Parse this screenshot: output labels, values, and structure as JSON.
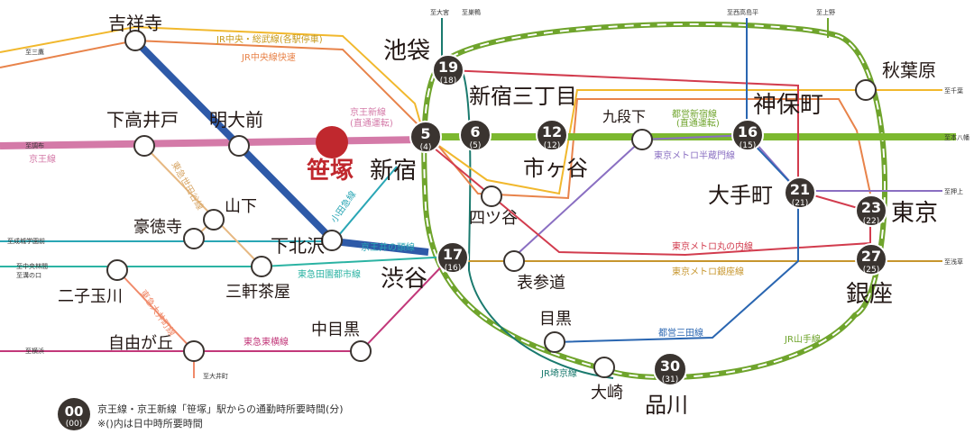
{
  "colors": {
    "keio": "#d47aa8",
    "odakyu": "#2e5aa8",
    "yamanote": "#6fa42c",
    "shinjuku_toei": "#7cb82f",
    "chuo_local": "#f1b82d",
    "chuo_rapid": "#e8834a",
    "inokashira": "#2aa6b5",
    "setagaya": "#e6b882",
    "denentoshi": "#2bb3a3",
    "toyoko": "#c2387a",
    "oimachi": "#f08a6a",
    "hanzomon": "#8a6fc2",
    "marunouchi": "#d23c4e",
    "ginza": "#c7962e",
    "mita": "#2a66b1",
    "saikyo": "#1a7a6e",
    "chiyoda": "#3aa96a",
    "sasazuka": "#c0282e",
    "marker": "#3a3430",
    "station_text": "#231815",
    "sasazuka_text": "#c0282e"
  },
  "stations": {
    "sasazuka": "笹塚",
    "kichijoji": "吉祥寺",
    "shimotakaido": "下高井戸",
    "meidaimae": "明大前",
    "shinjuku": "新宿",
    "ikebukuro": "池袋",
    "shinjuku_sanchome": "新宿三丁目",
    "ichigaya": "市ヶ谷",
    "kudanshita": "九段下",
    "jimbocho": "神保町",
    "akihabara": "秋葉原",
    "otemachi": "大手町",
    "tokyo": "東京",
    "ginza": "銀座",
    "yotsuya": "四ツ谷",
    "shibuya": "渋谷",
    "omotesando": "表参道",
    "shimokitazawa": "下北沢",
    "yamashita": "山下",
    "gotokuji": "豪徳寺",
    "sangenjaya": "三軒茶屋",
    "futakotamagawa": "二子玉川",
    "jiyugaoka": "自由が丘",
    "nakameguro": "中目黒",
    "meguro": "目黒",
    "osaki": "大崎",
    "shinagawa": "品川"
  },
  "times": {
    "shinjuku": {
      "main": "5",
      "sub": "(4)"
    },
    "sanchome": {
      "main": "6",
      "sub": "(5)"
    },
    "ichigaya": {
      "main": "12",
      "sub": "(12)"
    },
    "jimbocho": {
      "main": "16",
      "sub": "(15)"
    },
    "ikebukuro": {
      "main": "19",
      "sub": "(18)"
    },
    "otemachi": {
      "main": "21",
      "sub": "(21)"
    },
    "tokyo": {
      "main": "23",
      "sub": "(22)"
    },
    "ginza": {
      "main": "27",
      "sub": "(25)"
    },
    "shibuya": {
      "main": "17",
      "sub": "(16)"
    },
    "shinagawa": {
      "main": "30",
      "sub": "(31)"
    }
  },
  "lines": {
    "chuo_sobu": "JR中央・総武線(各駅停車)",
    "chuo_rapid": "JR中央線快速",
    "keio_new": "京王新線",
    "keio_new_sub": "(直通運転)",
    "keio": "京王線",
    "setagaya": "東急世田谷線",
    "odakyu": "小田急線",
    "inokashira": "京王井の頭線",
    "denentoshi": "東急田園都市線",
    "oimachi": "東急大井町線",
    "toyoko": "東急東横線",
    "shinjuku_toei": "都営新宿線",
    "shinjuku_toei_sub": "(直通運転)",
    "hanzomon": "東京メトロ半蔵門線",
    "marunouchi": "東京メトロ丸の内線",
    "ginza": "東京メトロ銀座線",
    "mita": "都営三田線",
    "yamanote": "JR山手線",
    "saikyo": "JR埼京線"
  },
  "directions": {
    "mitaka": "至三鷹",
    "chofu": "至調布",
    "seijo": "至成城学園前",
    "chuo_rinkan": "至中央林間",
    "mizonokuchi": "至溝の口",
    "yokohama": "至横浜",
    "oimachi": "至大井町",
    "omiya": "至大宮",
    "sugamo": "至巣鴨",
    "nishitakashimadaira": "至西高島平",
    "ueno": "至上野",
    "chiba": "至千葉",
    "motoyawata": "至本八幡",
    "oshiage": "至押上",
    "asakusa": "至浅草"
  },
  "legend": {
    "sample_main": "00",
    "sample_sub": "(00)",
    "line1": "京王線・京王新線「笹塚」駅からの通勤時所要時間(分)",
    "line2": "※()内は日中時所要時間"
  }
}
